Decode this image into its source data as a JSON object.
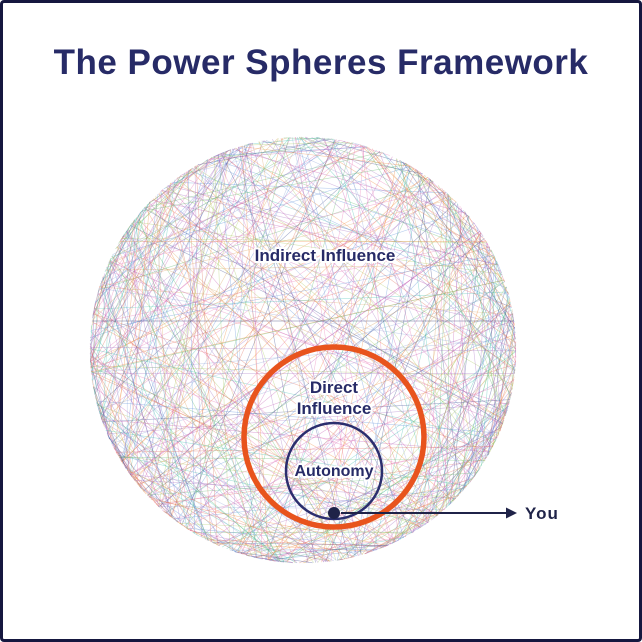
{
  "title": "The Power Spheres Framework",
  "diagram": {
    "outer_label": "Indirect Influence",
    "direct_label_line1": "Direct",
    "direct_label_line2": "Influence",
    "autonomy_label": "Autonomy",
    "you_label": "You"
  },
  "colors": {
    "title_navy": "#272b67",
    "orange_ring": "#e8541d",
    "navy_ring": "#2b2e6e",
    "pointer_navy": "#1f2348",
    "sphere_palette": [
      "#a46fc1",
      "#5eb86b",
      "#e874b5",
      "#5b8fd9",
      "#f0883a",
      "#3fbfb0",
      "#e06a5a",
      "#3d4a8f",
      "#a8c95e",
      "#c45ab3",
      "#8fa6d9",
      "#d9a05b"
    ]
  }
}
